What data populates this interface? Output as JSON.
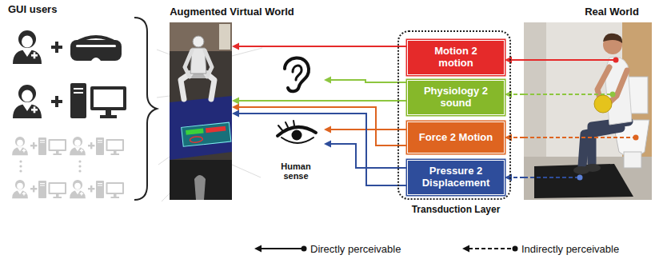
{
  "diagram": {
    "nodes": [
      {
        "text": [
          "Augmented Virtual World"
        ]
      },
      {
        "text": [
          "Human sense"
        ]
      },
      {
        "text": [
          "Transduction Layer"
        ]
      },
      {
        "text": [
          "Motion 2 motion"
        ],
        "in": 2
      },
      {
        "text": [
          "Physiology 2 sound"
        ],
        "in": 2
      },
      {
        "text": [
          "Force 2 Motion"
        ],
        "in": 2
      },
      {
        "text": [
          "Pressure 2 Displacement"
        ],
        "in": 2
      },
      {
        "text": [
          "Real World"
        ]
      }
    ],
    "edges": [
      {
        "from": 7,
        "to": 3,
        "arrow": "to"
      },
      {
        "from": 3,
        "to": 0,
        "arrow": "to"
      },
      {
        "from": 7,
        "to": 4,
        "arrow": "to"
      },
      {
        "from": 4,
        "to": 1,
        "arrow": "to"
      },
      {
        "from": 4,
        "to": 0,
        "arrow": "to"
      },
      {
        "from": 7,
        "to": 5,
        "arrow": "to"
      },
      {
        "from": 5,
        "to": 1,
        "arrow": "to"
      },
      {
        "from": 5,
        "to": 0,
        "arrow": "to"
      },
      {
        "from": 7,
        "to": 6,
        "arrow": "to"
      },
      {
        "from": 6,
        "to": 1,
        "arrow": "to"
      },
      {
        "from": 6,
        "to": 0,
        "arrow": "to"
      }
    ],
    "labels": [
      "GUI users"
    ],
    "legend": [
      {
        "text": "Directly perceivable"
      },
      {
        "text": "Indirectly perceivable"
      }
    ]
  }
}
